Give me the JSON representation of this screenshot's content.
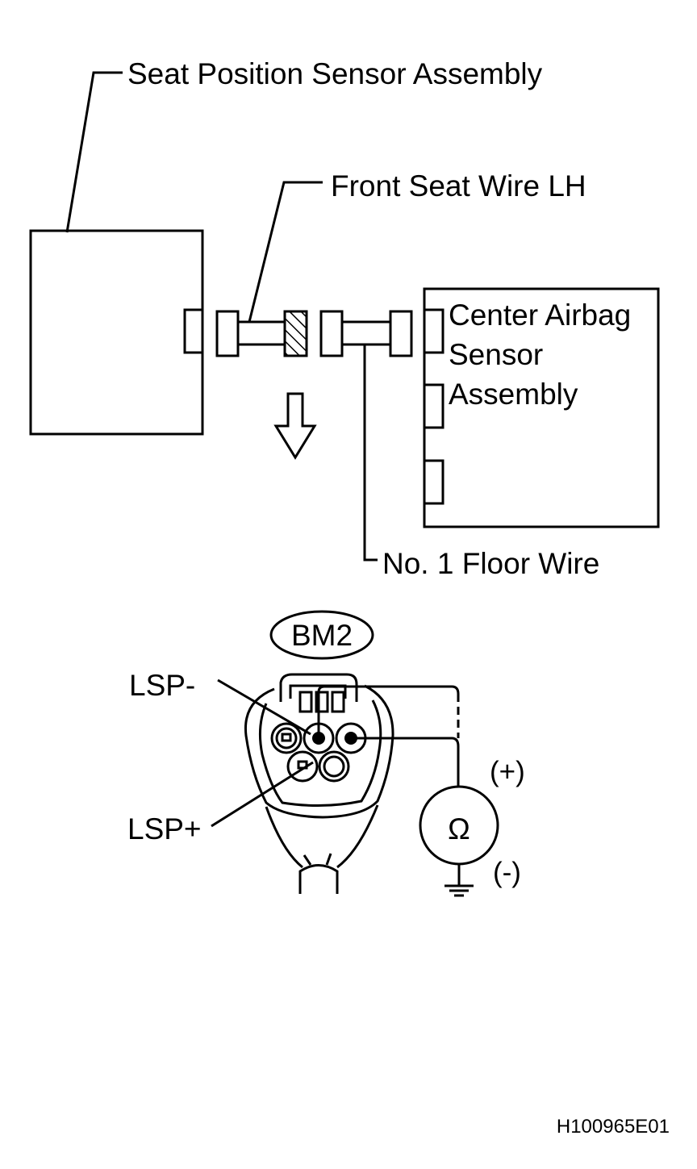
{
  "labels": {
    "seat_position_sensor": "Seat Position Sensor Assembly",
    "front_seat_wire": "Front Seat Wire LH",
    "center_airbag_line1": "Center Airbag",
    "center_airbag_line2": "Sensor",
    "center_airbag_line3": "Assembly",
    "floor_wire": "No. 1 Floor Wire",
    "connector_code": "BM2",
    "lsp_minus": "LSP-",
    "lsp_plus": "LSP+",
    "meter_plus": "(+)",
    "meter_minus": "(-)",
    "ohm_symbol": "Ω",
    "figure_id": "H100965E01"
  },
  "icons": {
    "direction_arrow": "down-arrow-icon",
    "ohmmeter": "ohmmeter-icon",
    "ground": "ground-icon"
  }
}
